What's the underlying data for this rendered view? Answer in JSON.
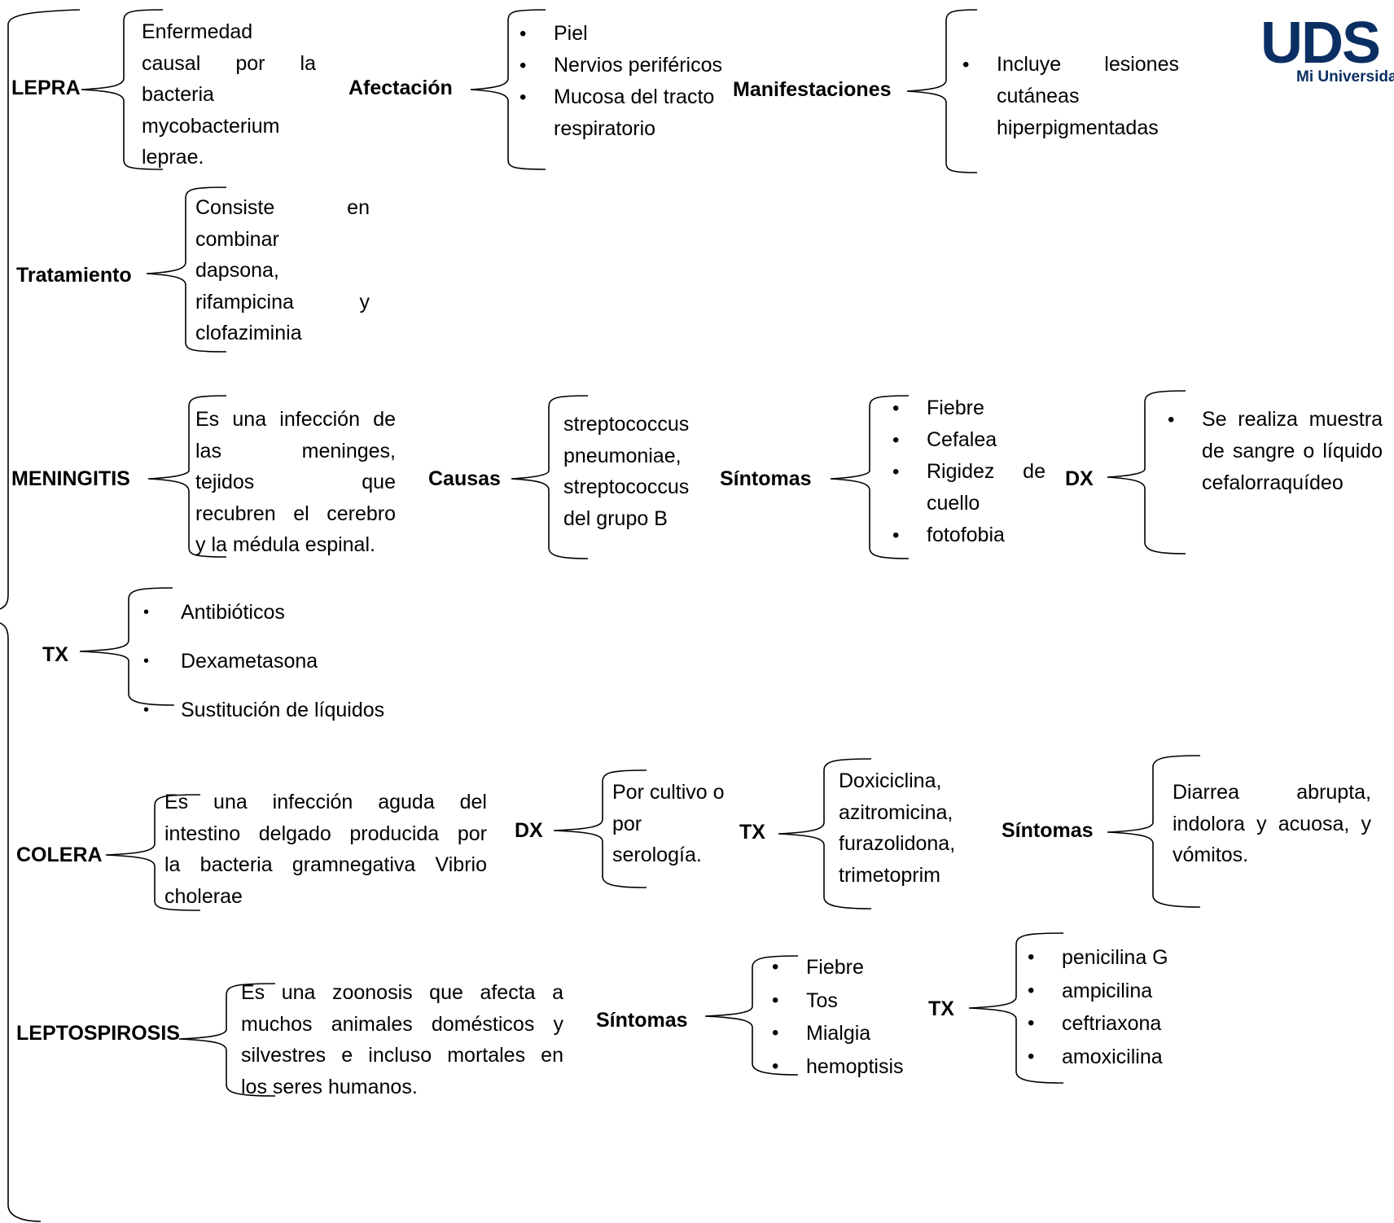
{
  "logo": {
    "text": "UDS",
    "subtitle": "Mi Universidad",
    "color": "#0b2f63"
  },
  "lepra": {
    "title": "LEPRA",
    "definition": [
      "Enfermedad",
      "causal por la",
      "bacteria",
      "mycobacterium",
      "leprae."
    ],
    "afectacion_label": "Afectación",
    "afectacion": [
      "Piel",
      "Nervios periféricos",
      "Mucosa del tracto respiratorio"
    ],
    "manifestaciones_label": "Manifestaciones",
    "manifestaciones": [
      "Incluye lesiones cutáneas hiperpigmentadas"
    ],
    "tratamiento_label": "Tratamiento",
    "tratamiento": [
      "Consiste en",
      "combinar",
      "dapsona,",
      "rifampicina y",
      "clofaziminia"
    ]
  },
  "meningitis": {
    "title": "MENINGITIS",
    "definition": [
      "Es una infección de",
      "las meninges,",
      "tejidos que",
      "recubren el cerebro",
      "y la médula espinal."
    ],
    "causas_label": "Causas",
    "causas": [
      "streptococcus",
      "pneumoniae,",
      "streptococcus",
      "del grupo B"
    ],
    "sintomas_label": "Síntomas",
    "sintomas": [
      "Fiebre",
      "Cefalea",
      "Rigidez de cuello",
      "fotofobia"
    ],
    "dx_label": "DX",
    "dx": [
      "Se realiza muestra de sangre o líquido cefalorraquídeo"
    ],
    "tx_label": "TX",
    "tx": [
      "Antibióticos",
      "Dexametasona",
      "Sustitución de líquidos"
    ]
  },
  "colera": {
    "title": "COLERA",
    "definition": [
      "Es una infección aguda del",
      "intestino delgado producida por",
      "la bacteria gramnegativa Vibrio",
      "cholerae"
    ],
    "dx_label": "DX",
    "dx": [
      "Por cultivo o",
      "por",
      "serología."
    ],
    "tx_label": "TX",
    "tx": [
      "Doxiciclina,",
      "azitromicina,",
      "furazolidona,",
      "trimetoprim"
    ],
    "sintomas_label": "Síntomas",
    "sintomas": [
      "Diarrea abrupta,",
      "indolora y acuosa, y",
      "vómitos."
    ]
  },
  "leptospirosis": {
    "title": "LEPTOSPIROSIS",
    "definition": [
      "Es una zoonosis que afecta a",
      "muchos animales domésticos y",
      "silvestres e incluso mortales en",
      "los seres humanos."
    ],
    "sintomas_label": "Síntomas",
    "sintomas": [
      "Fiebre",
      "Tos",
      "Mialgia",
      "hemoptisis"
    ],
    "tx_label": "TX",
    "tx": [
      "penicilina G",
      "ampicilina",
      "ceftriaxona",
      "amoxicilina"
    ]
  }
}
